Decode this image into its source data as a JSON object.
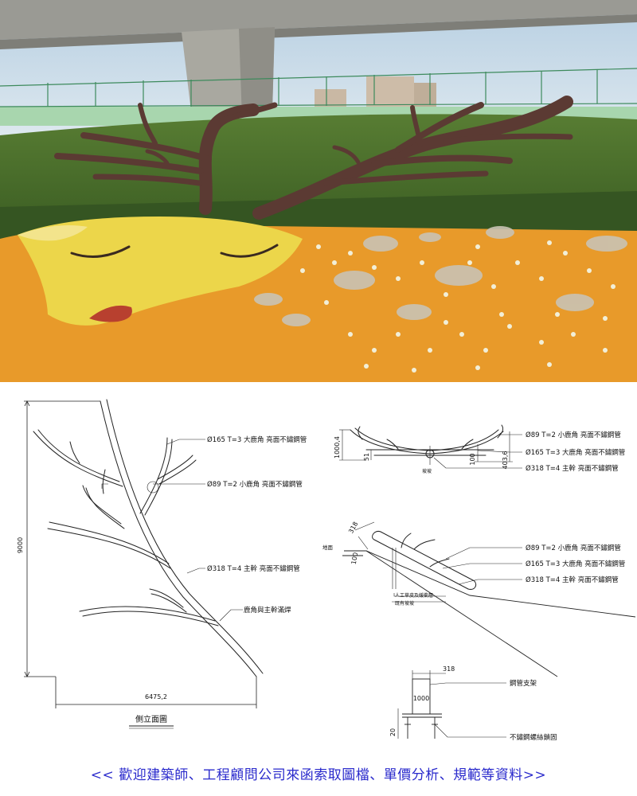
{
  "drawing": {
    "side_elevation": {
      "title": "側立面圖",
      "label_large_antler": "Ø165 T=3 大鹿角 亮面不鏽鋼管",
      "label_small_antler": "Ø89 T=2 小鹿角 亮面不鏽鋼管",
      "label_main_trunk": "Ø318 T=4 主幹 亮面不鏽鋼管",
      "label_weld": "鹿角與主幹滿焊",
      "dim_height": "9000",
      "dim_width": "6475,2"
    },
    "front_view": {
      "label_small_antler": "Ø89 T=2 小鹿角 亮面不鏽鋼管",
      "label_large_antler": "Ø165 T=3 大鹿角 亮面不鏽鋼管",
      "label_main_trunk": "Ø318 T=4 主幹 亮面不鏽鋼管",
      "label_slope": "坡坡",
      "dim_height": "1000,4",
      "dim_a": "51",
      "dim_b": "100",
      "dim_c": "403,6"
    },
    "section_view": {
      "label_ground": "地面",
      "label_small_antler": "Ø89 T=2 小鹿角 亮面不鏽鋼管",
      "label_large_antler": "Ø165 T=3 大鹿角 亮面不鏽鋼管",
      "label_main_trunk": "Ø318 T=4 主幹 亮面不鏽鋼管",
      "label_turf": "人工草皮及緩衝層",
      "label_existing_slope": "既有坡坡",
      "dim_318": "318",
      "dim_100": "100"
    },
    "support_detail": {
      "dim_top": "318",
      "dim_middle": "1000",
      "dim_side": "20",
      "label_support": "鋼管支架",
      "label_bolt": "不鏽鋼螺絲鎖固"
    }
  },
  "footer": {
    "text": "<< 歡迎建築師、工程顧問公司來函索取圖檔、單價分析、規範等資料>>"
  },
  "colors": {
    "sky": "#c8dcea",
    "grass": "#4a6f2a",
    "antler": "#5b3a33",
    "deer_orange": "#e89a2a",
    "deer_yellow": "#ecd64a",
    "nose": "#b8402f",
    "footer_text": "#2a2acc"
  }
}
